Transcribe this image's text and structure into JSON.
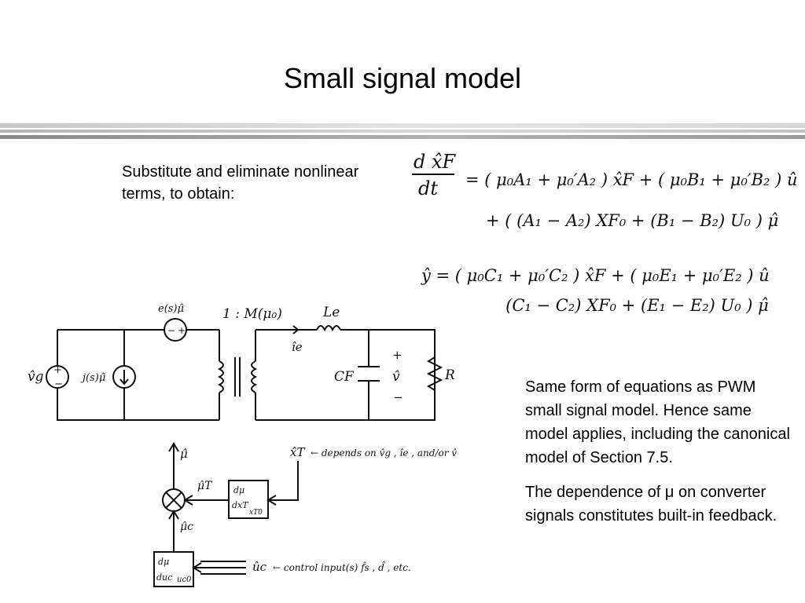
{
  "slide": {
    "title": "Small signal model",
    "intro": "Substitute and eliminate nonlinear terms, to obtain:",
    "notes": [
      "Same form of equations as PWM small signal model. Hence same model applies, including the canonical model of Section 7.5.",
      "The dependence of μ on converter signals constitutes built-in feedback."
    ]
  },
  "equations": {
    "eq1_lhs_num": "d x̂F",
    "eq1_lhs_den": "dt",
    "eq1_line1": "= ( μ₀A₁ + μ₀′A₂ ) x̂F + ( μ₀B₁ + μ₀′B₂ ) û",
    "eq1_line2": "+ ( (A₁ − A₂) XF₀ + (B₁ − B₂) U₀ ) μ̂",
    "eq2_line1": "ŷ  =  ( μ₀C₁ + μ₀′C₂ ) x̂F  +  ( μ₀E₁ + μ₀′E₂ ) û",
    "eq2_line2": "+ ( (C₁ − C₂) XF₀ + (E₁ − E₂) U₀ ) μ̂"
  },
  "circuit": {
    "vg": "v̂g",
    "e_source": "e(s)μ̂",
    "j_source": "j(s)μ̂",
    "ratio": "1 : M(μ₀)",
    "le": "Le",
    "ie": "îe",
    "cf": "CF",
    "v": "v̂",
    "plus": "+",
    "minus": "−",
    "r": "R",
    "mu": "μ̂",
    "mu_t": "μ̂T",
    "mu_c": "μ̂c",
    "xt": "x̂T",
    "xt_note": "← depends on v̂g , îe , and/or v̂",
    "block1_top": "dμ",
    "block1_bottom": "dxT",
    "block1_sub": "xT0",
    "block2_top": "dμ",
    "block2_bottom": "duc",
    "block2_side": "uc0",
    "uc": "ûc",
    "uc_note": "← control input(s)  f̂s ,  d̂ ,  etc."
  }
}
